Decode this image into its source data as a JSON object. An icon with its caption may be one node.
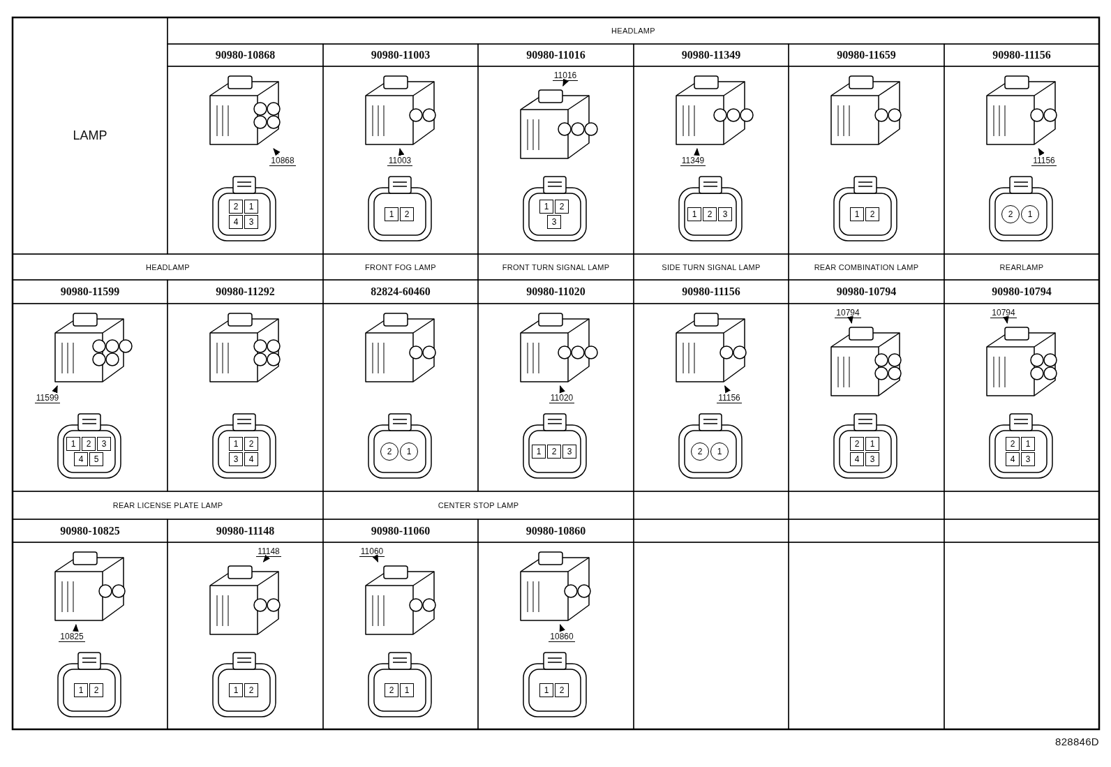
{
  "diagram": {
    "nodes": [
      {
        "text": [],
        "shape": "picture"
      },
      {
        "text": [
          "10868"
        ]
      },
      {
        "text": [
          "2",
          "1",
          "4",
          "3"
        ]
      },
      {
        "text": [],
        "shape": "picture"
      },
      {
        "text": [
          "11003"
        ]
      },
      {
        "text": [
          "1",
          "2"
        ]
      },
      {
        "text": [],
        "shape": "picture"
      },
      {
        "text": [
          "11016"
        ]
      },
      {
        "text": [
          "1",
          "2",
          "3"
        ]
      },
      {
        "text": [],
        "shape": "picture"
      },
      {
        "text": [
          "11349"
        ]
      },
      {
        "text": [
          "1",
          "2",
          "3"
        ]
      },
      {
        "text": [],
        "shape": "picture"
      },
      {
        "text": [
          "1",
          "2"
        ]
      },
      {
        "text": [],
        "shape": "picture"
      },
      {
        "text": [
          "11156"
        ]
      },
      {
        "text": [
          "2",
          "1"
        ]
      },
      {
        "text": [],
        "shape": "picture"
      },
      {
        "text": [
          "11599"
        ]
      },
      {
        "text": [
          "1",
          "2",
          "3",
          "4",
          "5"
        ]
      },
      {
        "text": [],
        "shape": "picture"
      },
      {
        "text": [
          "1",
          "2",
          "3",
          "4"
        ]
      },
      {
        "text": [],
        "shape": "picture"
      },
      {
        "text": [
          "2",
          "1"
        ]
      },
      {
        "text": [],
        "shape": "picture"
      },
      {
        "text": [
          "11020"
        ]
      },
      {
        "text": [
          "1",
          "2",
          "3"
        ]
      },
      {
        "text": [],
        "shape": "picture"
      },
      {
        "text": [
          "11156"
        ]
      },
      {
        "text": [
          "2",
          "1"
        ]
      },
      {
        "text": [],
        "shape": "picture"
      },
      {
        "text": [
          "10794"
        ]
      },
      {
        "text": [
          "2",
          "1",
          "4",
          "3"
        ]
      },
      {
        "text": [],
        "shape": "picture"
      },
      {
        "text": [
          "10794"
        ]
      },
      {
        "text": [
          "2",
          "1",
          "4",
          "3"
        ]
      },
      {
        "text": [],
        "shape": "picture"
      },
      {
        "text": [
          "10825"
        ]
      },
      {
        "text": [
          "1",
          "2"
        ]
      },
      {
        "text": [],
        "shape": "picture"
      },
      {
        "text": [
          "11148"
        ]
      },
      {
        "text": [
          "1",
          "2"
        ]
      },
      {
        "text": [],
        "shape": "picture"
      },
      {
        "text": [
          "11060"
        ]
      },
      {
        "text": [
          "2",
          "1"
        ]
      },
      {
        "text": [],
        "shape": "picture"
      },
      {
        "text": [
          "10860"
        ]
      },
      {
        "text": [
          "1",
          "2"
        ]
      }
    ],
    "edges": [
      {
        "from": 1,
        "to": 0,
        "arrow": "to"
      },
      {
        "from": 4,
        "to": 3,
        "arrow": "to"
      },
      {
        "from": 7,
        "to": 6,
        "arrow": "to"
      },
      {
        "from": 10,
        "to": 9,
        "arrow": "to"
      },
      {
        "from": 15,
        "to": 14,
        "arrow": "to"
      },
      {
        "from": 18,
        "to": 17,
        "arrow": "to"
      },
      {
        "from": 25,
        "to": 24,
        "arrow": "to"
      },
      {
        "from": 28,
        "to": 27,
        "arrow": "to"
      },
      {
        "from": 31,
        "to": 30,
        "arrow": "to"
      },
      {
        "from": 34,
        "to": 33,
        "arrow": "to"
      },
      {
        "from": 37,
        "to": 36,
        "arrow": "to"
      },
      {
        "from": 40,
        "to": 39,
        "arrow": "to"
      },
      {
        "from": 43,
        "to": 42,
        "arrow": "to"
      },
      {
        "from": 46,
        "to": 45,
        "arrow": "to"
      }
    ],
    "labels": [
      "LAMP",
      "HEADLAMP",
      "90980-10868",
      "90980-11003",
      "90980-11016",
      "90980-11349",
      "90980-11659",
      "90980-11156",
      "HEADLAMP",
      "FRONT FOG LAMP",
      "FRONT TURN SIGNAL LAMP",
      "SIDE TURN SIGNAL LAMP",
      "REAR COMBINATION LAMP",
      "REARLAMP",
      "90980-11599",
      "90980-11292",
      "82824-60460",
      "90980-11020",
      "90980-11156",
      "90980-10794",
      "90980-10794",
      "REAR LICENSE PLATE LAMP",
      "CENTER STOP LAMP",
      "90980-10825",
      "90980-11148",
      "90980-11060",
      "90980-10860",
      "828846D"
    ]
  }
}
